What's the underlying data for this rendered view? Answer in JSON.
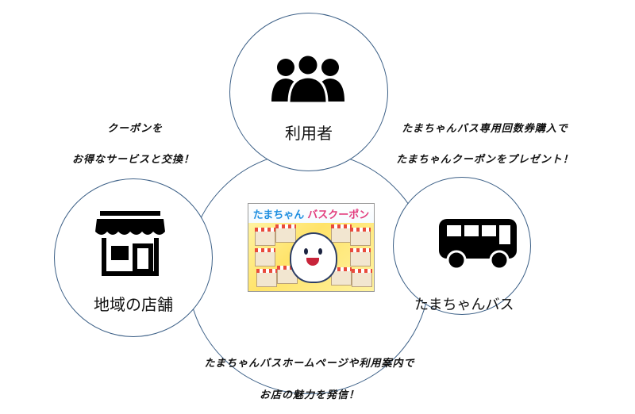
{
  "nodes": {
    "user": {
      "label": "利用者",
      "icon": "people-icon"
    },
    "shops": {
      "label": "地域の店舗",
      "icon": "storefront-icon"
    },
    "bus": {
      "label": "たまちゃんバス",
      "icon": "bus-icon"
    }
  },
  "center_image": {
    "title_part1": "たまちゃん",
    "title_part2": "バスクーポン",
    "icon": "mascot-seal-icon"
  },
  "annotations": {
    "top_left_line1": "クーポンを",
    "top_left_line2": "お得なサービスと交換！",
    "top_right_line1": "たまちゃんバス専用回数券購入で",
    "top_right_line2": "たまちゃんクーポンをプレゼント！",
    "bottom_line1": "たまちゃんバスホームページや利用案内で",
    "bottom_line2": "お店の魅力を発信！"
  },
  "colors": {
    "circle_stroke": "#3b5f86",
    "icon_fill": "#000000"
  }
}
